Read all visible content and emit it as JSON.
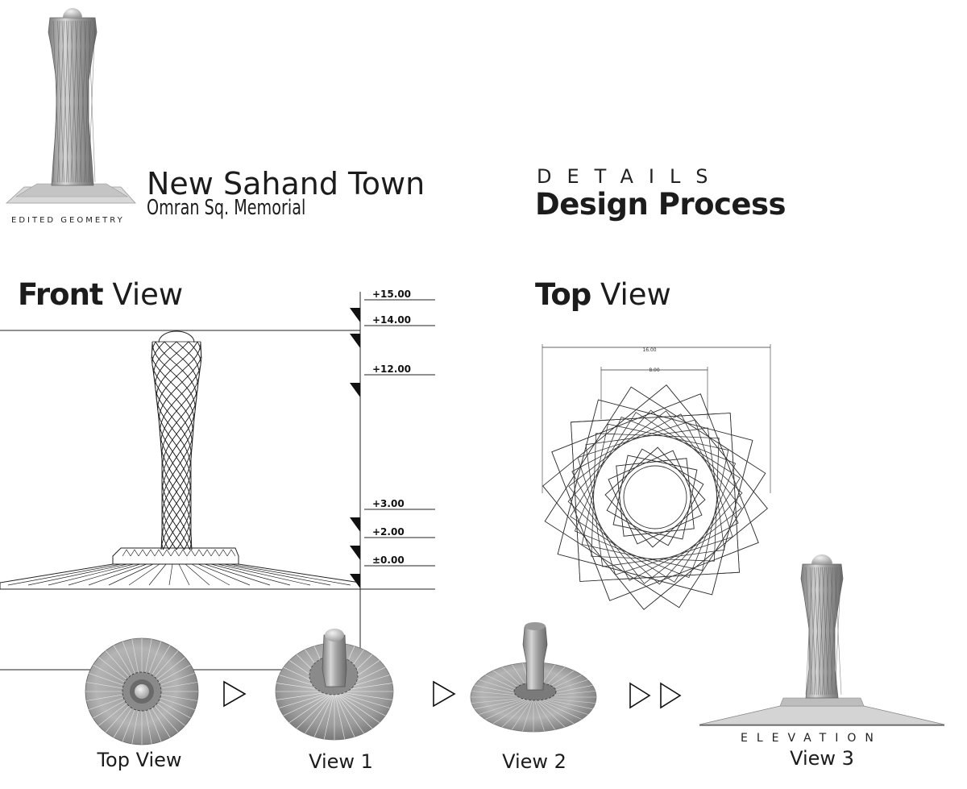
{
  "header": {
    "title": "New Sahand Town",
    "subtitle": "Omran Sq. Memorial",
    "thumb_caption": "EDITED GEOMETRY"
  },
  "details": {
    "label": "DETAILS",
    "title": "Design Process"
  },
  "front_view": {
    "title_bold": "Front",
    "title_rest": " View",
    "levels": [
      "+15.00",
      "+14.00",
      "+12.00",
      "+3.00",
      "+2.00",
      "±0.00"
    ]
  },
  "top_view": {
    "title_bold": "Top",
    "title_rest": " View",
    "dimensions": [
      "16.00",
      "8.00"
    ]
  },
  "process_steps": [
    {
      "label": "Top View"
    },
    {
      "label": "View 1"
    },
    {
      "label": "View 2"
    },
    {
      "label": "View 3",
      "caption": "ELEVATION"
    }
  ],
  "colors": {
    "text": "#1c1c1c",
    "line": "#222222",
    "render_light": "#c8c8c8",
    "render_dark": "#6a6a6a"
  },
  "icons": [
    "play-arrow-icon",
    "play-arrow-icon",
    "double-play-arrow-icon"
  ]
}
